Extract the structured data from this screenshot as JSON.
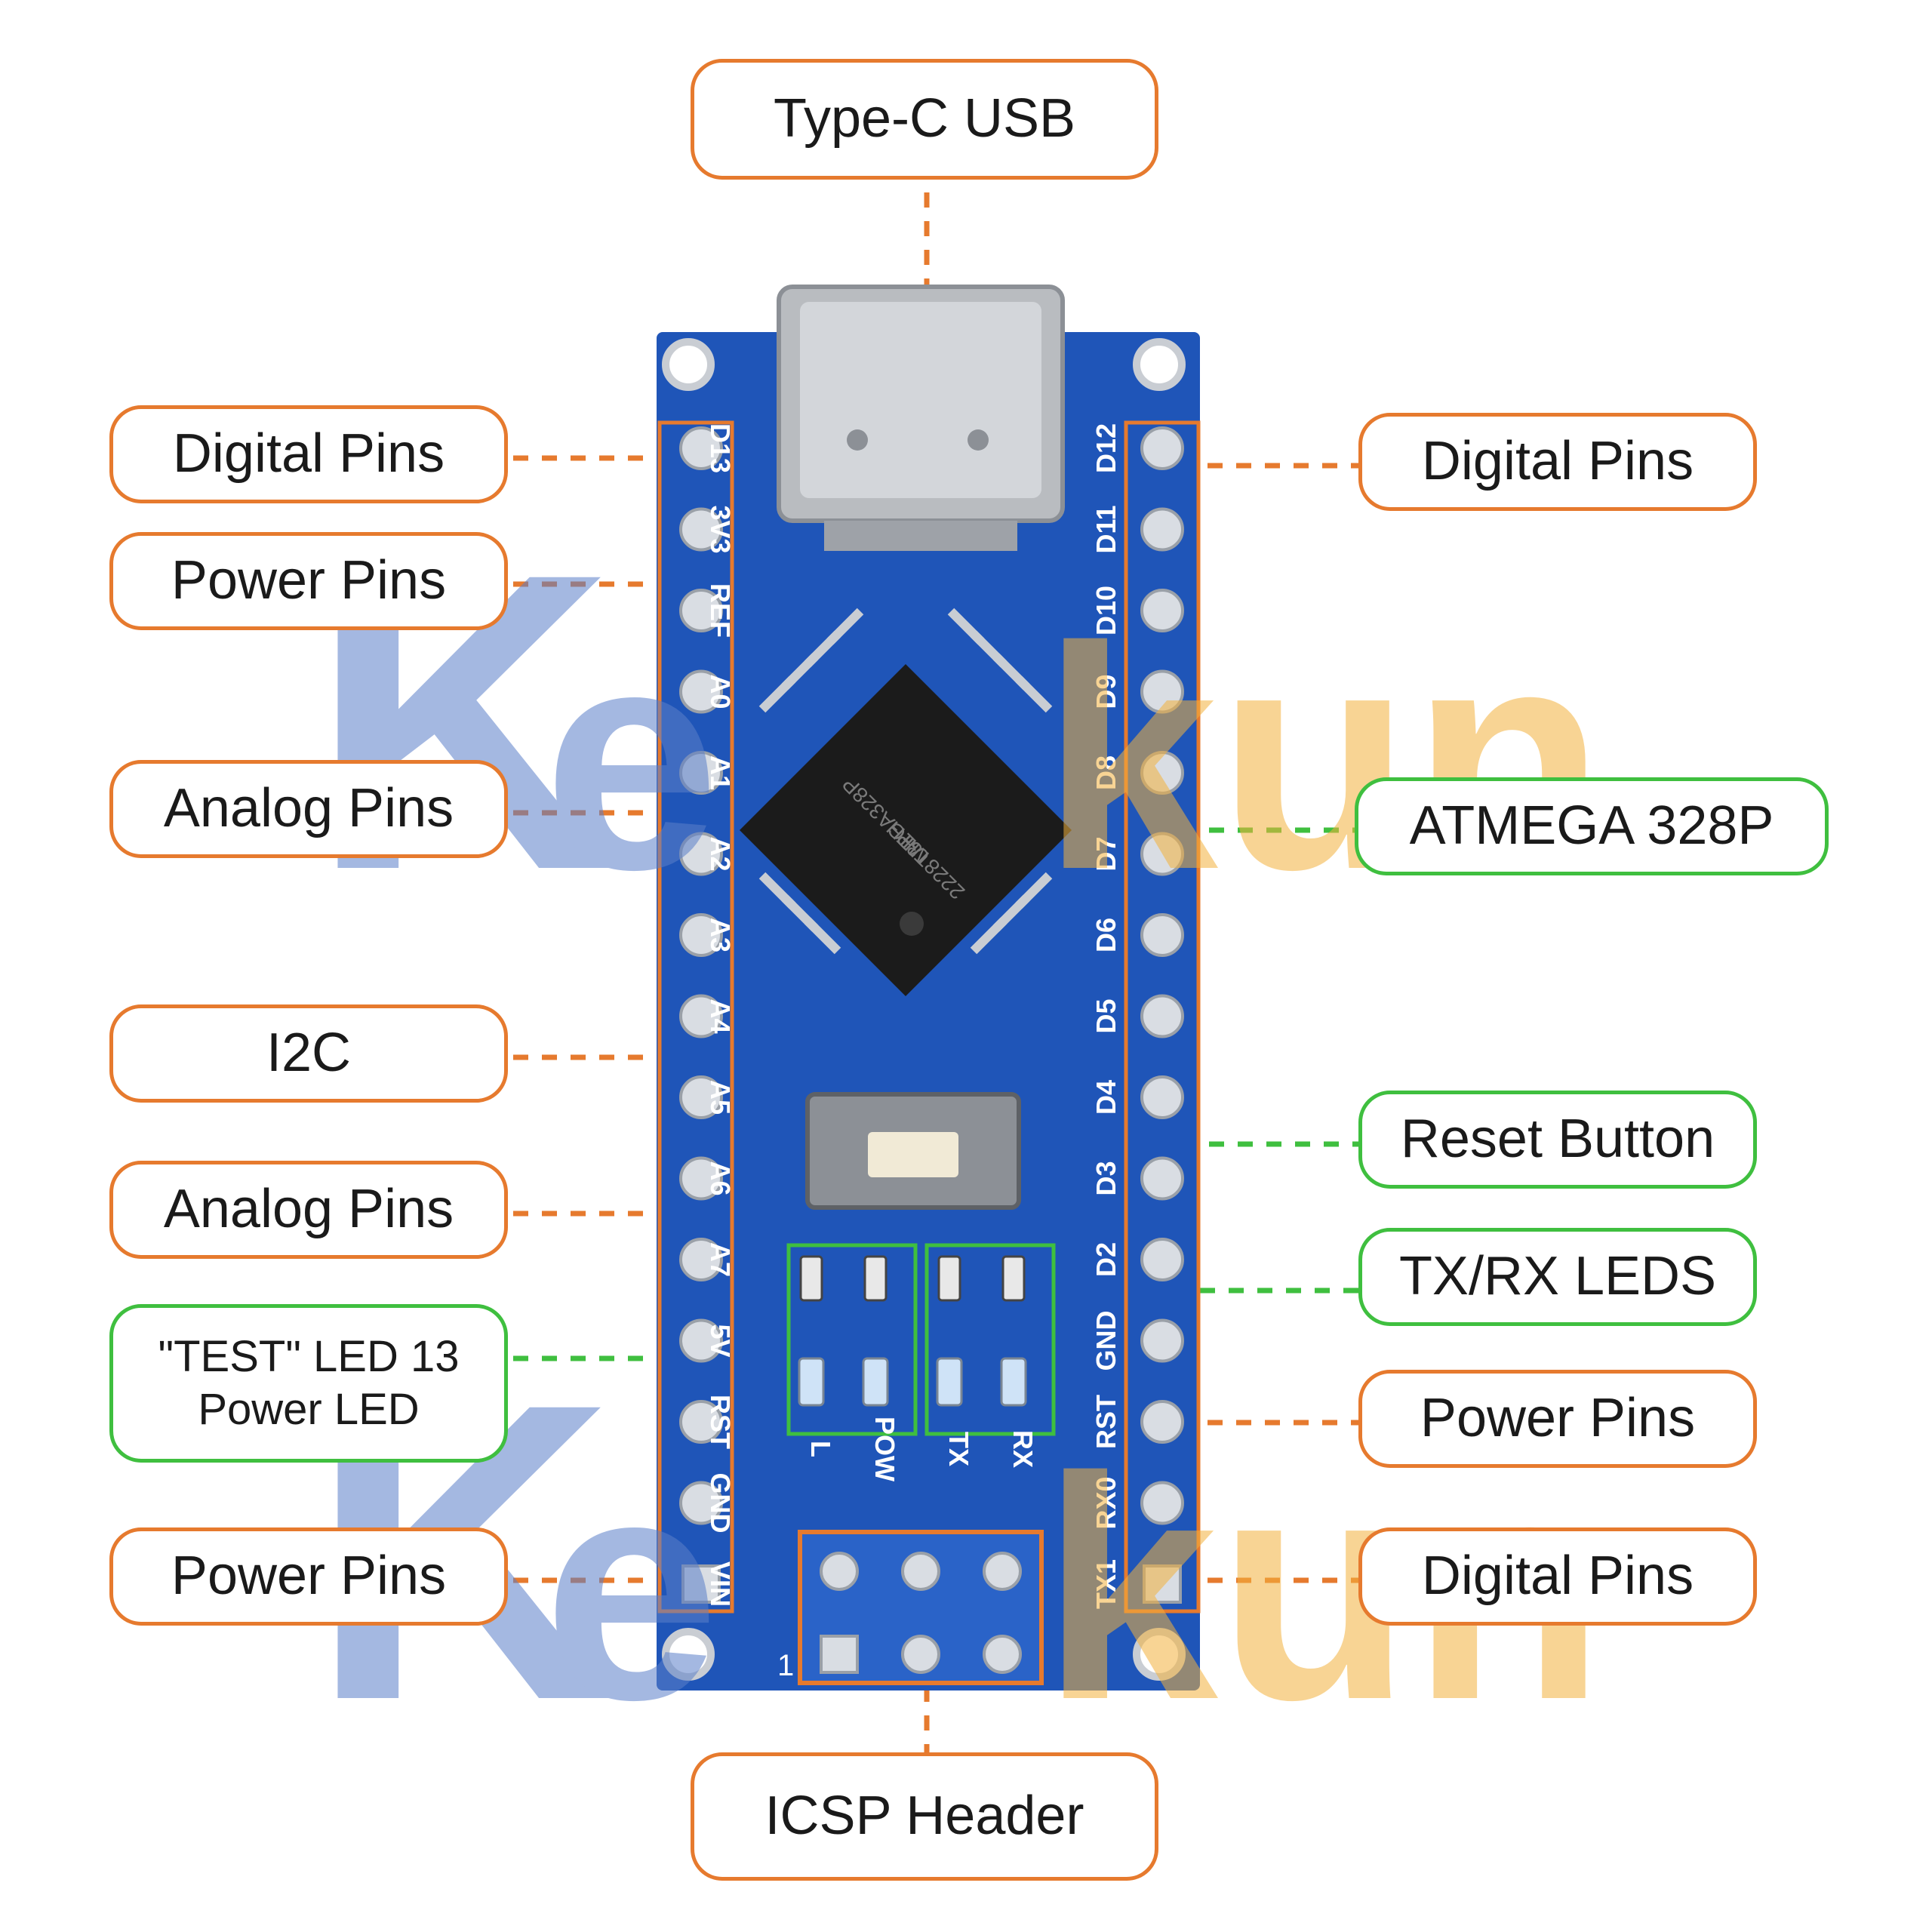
{
  "colors": {
    "orange": "#e67a2e",
    "green": "#3fbf3f",
    "board_blue": "#1f55b8",
    "board_dark": "#163f8f",
    "pad": "#d9dde3",
    "chip": "#1b1b1b",
    "usb_metal": "#b9bcc0",
    "watermark_blue": "#5b7fc9",
    "watermark_orange": "#f3b23d"
  },
  "callouts": {
    "usb": "Type-C USB",
    "left_digital": "Digital Pins",
    "left_power_top": "Power Pins",
    "left_analog_top": "Analog Pins",
    "left_i2c": "I2C",
    "left_analog_bottom": "Analog Pins",
    "led_line1": "\"TEST\" LED 13",
    "led_line2": "Power LED",
    "left_power_bottom": "Power Pins",
    "right_digital_top": "Digital Pins",
    "mcu": "ATMEGA 328P",
    "reset": "Reset Button",
    "txrx": "TX/RX LEDS",
    "right_power": "Power Pins",
    "right_digital_bottom": "Digital Pins",
    "icsp": "ICSP Header"
  },
  "board": {
    "left_labels": [
      "D13",
      "3V3",
      "REF",
      "A0",
      "A1",
      "A2",
      "A3",
      "A4",
      "A5",
      "A6",
      "A7",
      "5V",
      "RST",
      "GND",
      "VIN"
    ],
    "right_labels": [
      "D12",
      "D11",
      "D10",
      "D9",
      "D8",
      "D7",
      "D6",
      "D5",
      "D4",
      "D3",
      "D2",
      "GND",
      "RST",
      "RX0",
      "TX1"
    ],
    "led_labels": [
      "L",
      "POW",
      "TX",
      "RX"
    ],
    "chip_lines": [
      "MEGA328P",
      "U-TH",
      "2228T3P"
    ],
    "icsp_pin1": "1"
  },
  "watermark": {
    "parts_blue": [
      "K",
      "e"
    ],
    "parts_orange": [
      "kun"
    ]
  }
}
